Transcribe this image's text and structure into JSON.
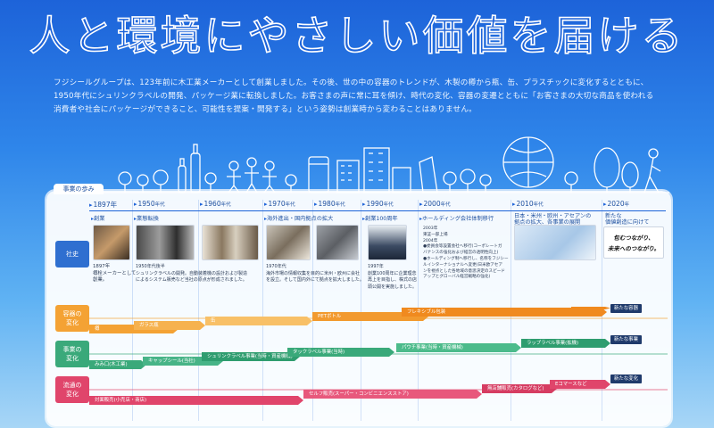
{
  "headline": "人と環境にやさしい価値を届ける",
  "intro": "フジシールグループは、123年前に木工業メーカーとして創業しました。その後、世の中の容器のトレンドが、木製の樽から瓶、缶、プラスチックに変化するとともに、1950年代にシュリンクラベルの開発、パッケージ業に転換しました。お客さまの声に常に耳を傾け、時代の変化、容器の変遷とともに「お客さまの大切な商品を使われる消費者や社会にパッケージができること、可能性を提案・開発する」という姿勢は創業時から変わることはありません。",
  "timeline": {
    "tab_label": "事業の歩み",
    "eras": [
      {
        "label": "1897年",
        "suffix": ""
      },
      {
        "label": "1950",
        "suffix": "年代"
      },
      {
        "label": "1960",
        "suffix": "年代"
      },
      {
        "label": "1970",
        "suffix": "年代"
      },
      {
        "label": "1980",
        "suffix": "年代"
      },
      {
        "label": "1990",
        "suffix": "年代"
      },
      {
        "label": "2000",
        "suffix": "年代"
      },
      {
        "label": "2010",
        "suffix": "年代"
      },
      {
        "label": "2020",
        "suffix": "年"
      }
    ],
    "events": [
      "創業",
      "業態転換",
      "海外進出・国内拠点の拡大",
      "創業100周年",
      "ホールディング会社体制移行",
      "日本・米州・欧州・アセアンの\n拠点の拡大、各事業の展開",
      "新たな\n価値創造に向けて"
    ],
    "captions": [
      "1897年\n樽栓メーカーとして\n創業。",
      "1950年代後半\nシュリンクラベルの開発。自動装着機の設計および製造\nによるシステム販売など当社の原点が形成されました。",
      "1970年代\n海外市場の情報収集を目的に米州・欧州に会社\nを設立。そして国内外にて拠点を拡大しました。",
      "1997年\n創業100周年に企業理念\n再上を目指し、株式の店\n頭公開を実施しました。",
      "2003年\n東証一部上場\n2004年\n●委員会等設置会社へ移行(コーポレートガ\nバナンスの強化および経営の透明性向上)\n●ホールディング制へ移行し、名称をフジシー\nルインターナショナルへ変更(日米欧アセア\nンを視点とした各地域の意思決定のスピード\nアップとグローバル経営戦略の強化)"
    ],
    "handwriting": "包むつながり、\n未来へのつながり。"
  },
  "rows": [
    {
      "label_line1": "社史",
      "label_line2": ""
    },
    {
      "label_line1": "容器の",
      "label_line2": "変化"
    },
    {
      "label_line1": "事業の",
      "label_line2": "変化"
    },
    {
      "label_line1": "流通の",
      "label_line2": "変化"
    }
  ],
  "container_bars": [
    "樽",
    "ガラス瓶",
    "缶",
    "PETボトル",
    "フレキシブル包装",
    "新たな容器"
  ],
  "business_bars": [
    "みみ口(木工業)",
    "キャップシール(当社)",
    "シュリンクラベル事業(当時・資産機械)",
    "タックラベル事業(当時)",
    "パウチ事業(当時・資産機械)",
    "ラップラベル事業(拡機)",
    "新たな事業"
  ],
  "distribution_bars": [
    "対面販売(小売店・商店)",
    "セルフ販売(スーパー・コンビニエンスストア)",
    "無店舗販売(カタログなど)",
    "Eコマースなど",
    "新たな変化"
  ],
  "colors": {
    "container": "#f4a234",
    "business": "#3aa97a",
    "distribution": "#e0456b",
    "history": "#2f6fd0"
  }
}
